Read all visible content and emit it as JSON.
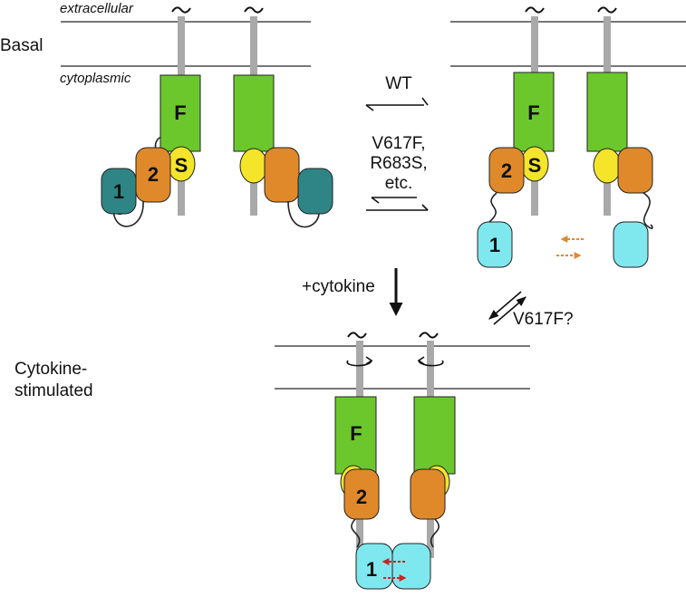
{
  "labels": {
    "extracellular": "extracellular",
    "cytoplasmic": "cytoplasmic",
    "basal": "Basal",
    "cytokine_stimulated_1": "Cytokine-",
    "cytokine_stimulated_2": "stimulated"
  },
  "transitions": {
    "wt": "WT",
    "mutants": [
      "V617F,",
      "R683S,",
      "etc."
    ],
    "cytokine": "+cytokine",
    "v617f_question": "V617F?"
  },
  "domains": {
    "ferm": "F",
    "sh2": "S",
    "kinase2": "2",
    "kinase1": "1"
  },
  "colors": {
    "ferm": "#6cc72c",
    "sh2": "#f4e52b",
    "kinase2": "#e0892b",
    "kinase1_basal": "#2f8586",
    "kinase1_active": "#7fe8ee",
    "interaction_arrow": "#cc2222"
  }
}
